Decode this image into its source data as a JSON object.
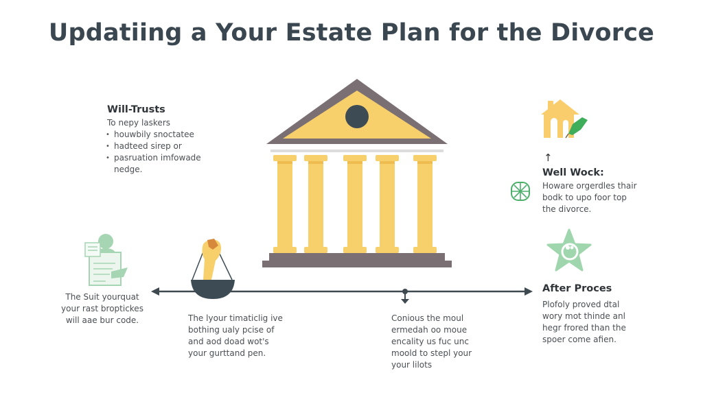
{
  "title": "Updatiing a Your Estate Plan for the Divorce",
  "will_trusts": {
    "heading": "Will-Trusts",
    "intro": "To nepy laskers",
    "bullets": [
      "houwbily snoctatee",
      "hadteed sirep or",
      "pasruation imfowade"
    ],
    "tail": "nedge."
  },
  "well_wock": {
    "arrow": "↑",
    "heading": "Well Wock:",
    "lines": [
      "Howare orgerdles thair",
      "bodk to upo foor top",
      "the divorce."
    ]
  },
  "document_caption": {
    "lines": [
      "The Suit yourquat",
      "your rast broptickes",
      "will aae bur code."
    ]
  },
  "scale_caption": {
    "lines": [
      "The lyour timaticlig ive",
      "bothing ualy pcise of",
      "and aod doad wot's",
      "your gurttand pen."
    ]
  },
  "timeline_caption": {
    "lines": [
      "Conious the moul",
      "ermedah oo moue",
      "encality us fuc unc",
      "moold to stepl your",
      "your lilots"
    ]
  },
  "after_process": {
    "heading": "After Proces",
    "lines": [
      "Plofoly proved dtal",
      "wory mot thinde anl",
      "hegr frored than the",
      "spoer come afien."
    ]
  },
  "icons": {
    "center": "courthouse-icon",
    "top_right": "house-check-icon",
    "side_right": "wheel-icon",
    "bottom_right": "star-icon",
    "left": "document-person-icon",
    "scale": "hand-scale-icon"
  },
  "colors": {
    "title": "#3a4750",
    "gold": "#f7cf6b",
    "gold_dark": "#eebc4f",
    "roof_border": "#7a7074",
    "dark_slate": "#3d4b55",
    "green_light": "#a8d8b5",
    "green": "#3fae5a",
    "line": "#3e4950"
  }
}
